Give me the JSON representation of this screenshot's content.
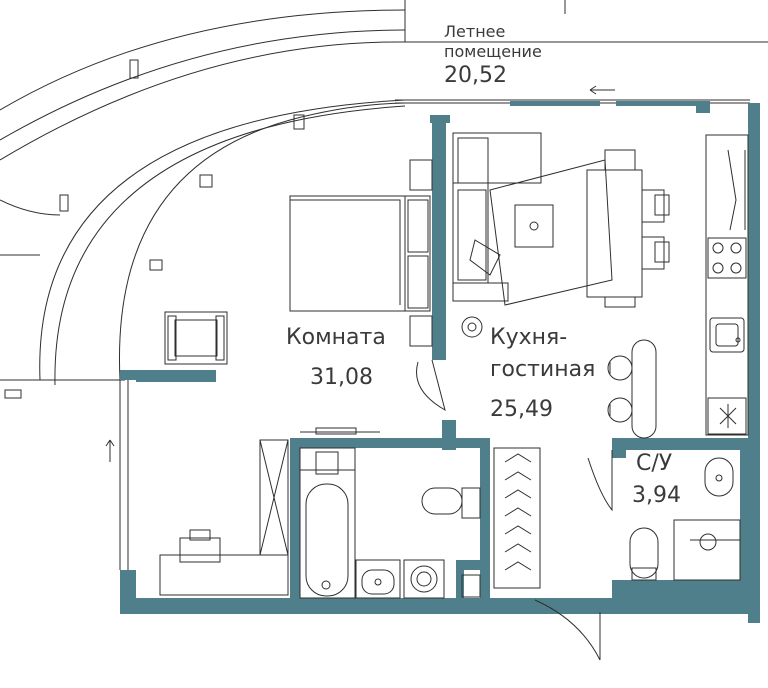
{
  "colors": {
    "wall": "#4f7f8b",
    "line": "#2f2f2f",
    "text": "#3a3a3a",
    "background": "#ffffff"
  },
  "rooms": {
    "balcony": {
      "name_line1": "Летнее",
      "name_line2": "помещение",
      "area": "20,52"
    },
    "bedroom": {
      "name": "Комната",
      "area": "31,08"
    },
    "kitchen": {
      "name_line1": "Кухня-",
      "name_line2": "гостиная",
      "area": "25,49"
    },
    "bathroom": {
      "name": "С/У",
      "area": "3,94"
    }
  },
  "icons": {
    "bed": "bed-icon",
    "sofa": "sofa-icon",
    "dining_table": "dining-table-icon",
    "stove": "stove-icon",
    "sink": "sink-icon",
    "toilet": "toilet-icon",
    "bathtub": "bathtub-icon",
    "washing_machine": "washing-machine-icon",
    "wardrobe": "wardrobe-icon",
    "armchair": "armchair-icon",
    "desk": "desk-icon"
  }
}
